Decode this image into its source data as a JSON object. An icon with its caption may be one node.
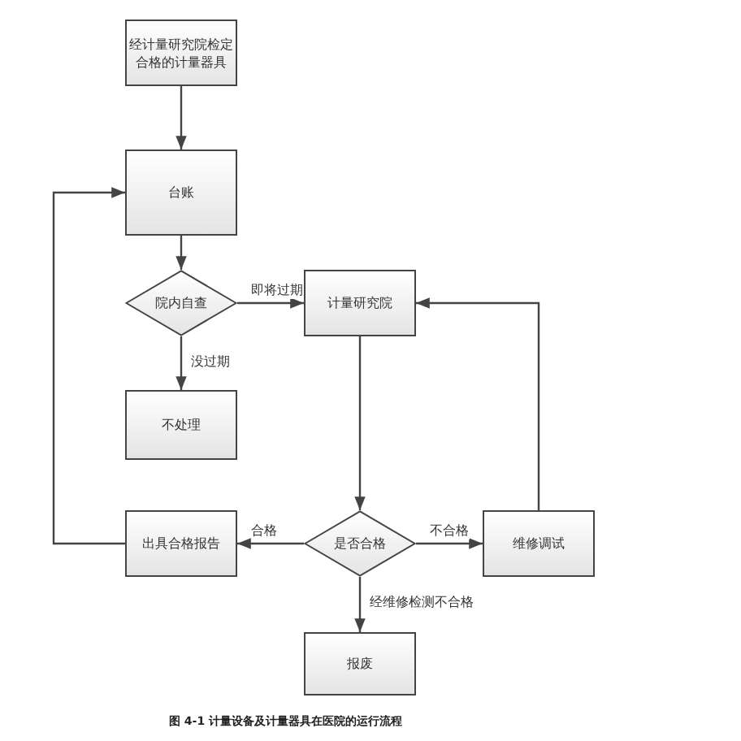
{
  "diagram": {
    "caption": "图 4-1 计量设备及计量器具在医院的运行流程",
    "nodes": [
      {
        "text": [
          "经计量研究院检定合格的计量器具"
        ]
      },
      {
        "text": [
          "台账"
        ]
      },
      {
        "text": [
          "院内自查"
        ]
      },
      {
        "text": [
          "计量研究院"
        ]
      },
      {
        "text": [
          "不处理"
        ]
      },
      {
        "text": [
          "出具合格报告"
        ]
      },
      {
        "text": [
          "是否合格"
        ]
      },
      {
        "text": [
          "维修调试"
        ]
      },
      {
        "text": [
          "报废"
        ]
      }
    ],
    "edges": [
      {
        "from": 0,
        "to": 1,
        "arrow": "to"
      },
      {
        "from": 1,
        "to": 2,
        "arrow": "to"
      },
      {
        "from": 2,
        "to": 3,
        "arrow": "to",
        "label": "即将过期"
      },
      {
        "from": 2,
        "to": 4,
        "arrow": "to",
        "label": "没过期"
      },
      {
        "from": 3,
        "to": 6,
        "arrow": "to"
      },
      {
        "from": 6,
        "to": 5,
        "arrow": "to",
        "label": "合格"
      },
      {
        "from": 6,
        "to": 7,
        "arrow": "to",
        "label": "不合格"
      },
      {
        "from": 7,
        "to": 3,
        "arrow": "to"
      },
      {
        "from": 5,
        "to": 1,
        "arrow": "to"
      },
      {
        "from": 6,
        "to": 8,
        "arrow": "to",
        "label": "经维修检测不合格"
      }
    ]
  }
}
